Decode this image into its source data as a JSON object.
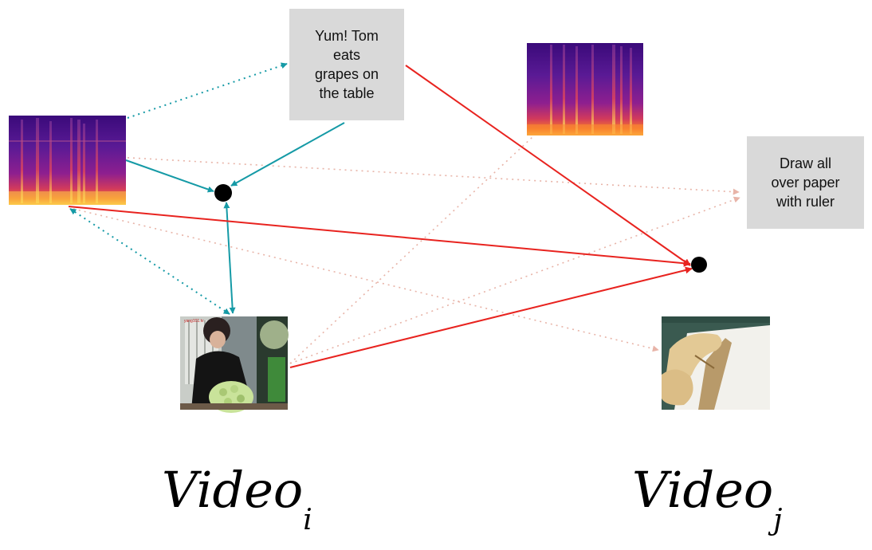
{
  "captions": {
    "video_i": "Yum! Tom\neats\ngrapes on\nthe table",
    "video_j": "Draw all\nover paper\nwith ruler"
  },
  "labels": {
    "video_i_base": "Video",
    "video_i_sub": "i",
    "video_j_base": "Video",
    "video_j_sub": "j"
  },
  "thumbnail_watermark": "yang101.tv",
  "colors": {
    "positive_arrow": "#159aa6",
    "negative_arrow": "#e8231f",
    "faint_arrow": "#e8b4a8",
    "caption_bg": "#d9d9d9",
    "fusion_node": "#000000"
  }
}
